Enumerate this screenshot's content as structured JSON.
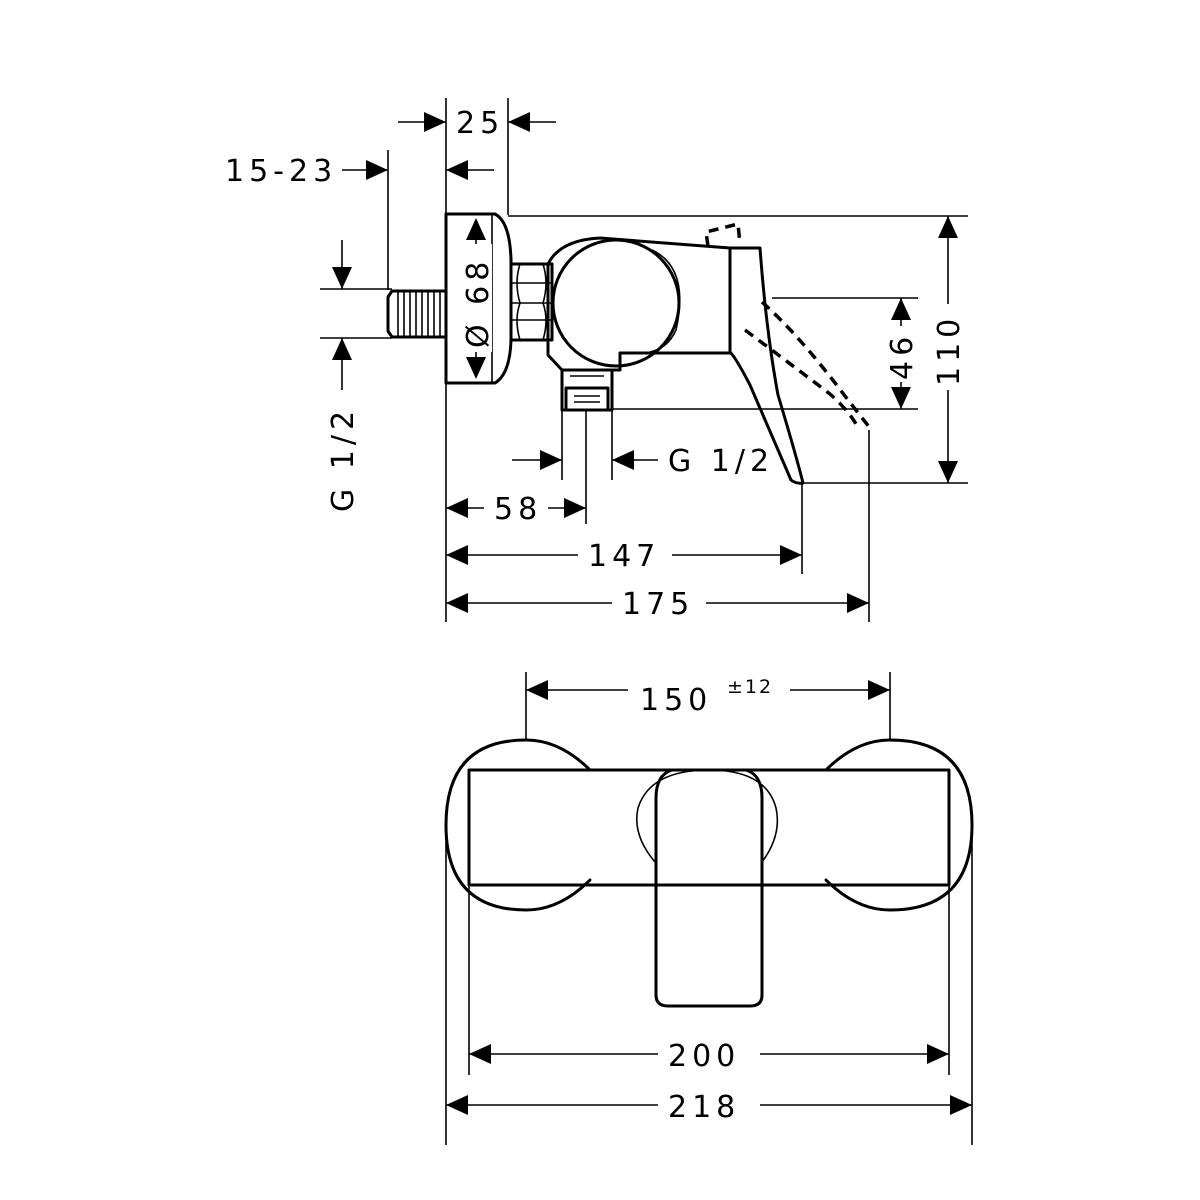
{
  "dimensions": {
    "mount_depth": "25",
    "wall_range": "15-23",
    "rosette_diameter": "Ø 68",
    "inlet_thread": "G 1/2",
    "outlet_thread": "G 1/2",
    "outlet_offset": "58",
    "lever_projection": "147",
    "lever_projection_open": "175",
    "outlet_height": "46",
    "total_height": "110",
    "inlet_spacing": "150",
    "inlet_spacing_tolerance": "±12",
    "body_width": "200",
    "overall_width": "218"
  }
}
